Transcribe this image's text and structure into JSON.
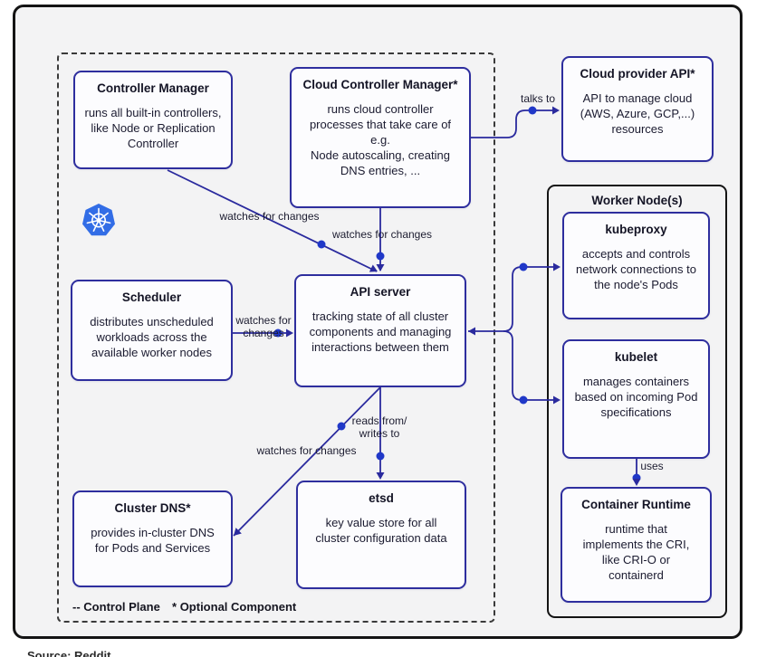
{
  "caption": "Source: Reddit",
  "colors": {
    "line_blue": "#2a2a9e",
    "dot_blue": "#2038c8",
    "box_border": "#2e2e9e",
    "k8s_blue": "#326de6",
    "frame_border": "#141414",
    "background": "#f3f3f4"
  },
  "legend": {
    "dash": "--",
    "control_plane": "Control Plane",
    "star": "*",
    "optional": "Optional Component"
  },
  "worker_group": {
    "title": "Worker Node(s)"
  },
  "boxes": {
    "controller_manager": {
      "title": "Controller Manager",
      "body": "runs all built-in controllers,\nlike Node or Replication\nController"
    },
    "cloud_controller_manager": {
      "title": "Cloud Controller Manager*",
      "body": "runs cloud controller\nprocesses that take care of\ne.g.\nNode autoscaling, creating\nDNS entries, ..."
    },
    "cloud_provider_api": {
      "title": "Cloud provider API*",
      "body": "API to manage cloud\n(AWS, Azure, GCP,...)\nresources"
    },
    "scheduler": {
      "title": "Scheduler",
      "body": "distributes unscheduled\nworkloads across the\navailable worker nodes"
    },
    "api_server": {
      "title": "API server",
      "body": "tracking state of all cluster\ncomponents and managing\ninteractions between them"
    },
    "cluster_dns": {
      "title": "Cluster DNS*",
      "body": "provides in-cluster DNS\nfor Pods and Services"
    },
    "etsd": {
      "title": "etsd",
      "body": "key value store for all\ncluster configuration data"
    },
    "kubeproxy": {
      "title": "kubeproxy",
      "body": "accepts and controls\nnetwork connections to\nthe node's Pods"
    },
    "kubelet": {
      "title": "kubelet",
      "body": "manages containers\nbased on incoming Pod\nspecifications"
    },
    "container_runtime": {
      "title": "Container Runtime",
      "body": "runtime that\nimplements the CRI,\nlike CRI-O or\ncontainerd"
    }
  },
  "wire_labels": {
    "talks_to": "talks to",
    "watches_cm": "watches for changes",
    "watches_ccm": "watches for changes",
    "watches_scheduler": "watches for\nchanges",
    "watches_dns": "watches for changes",
    "reads_writes": "reads from/\nwrites to",
    "uses": "uses"
  }
}
